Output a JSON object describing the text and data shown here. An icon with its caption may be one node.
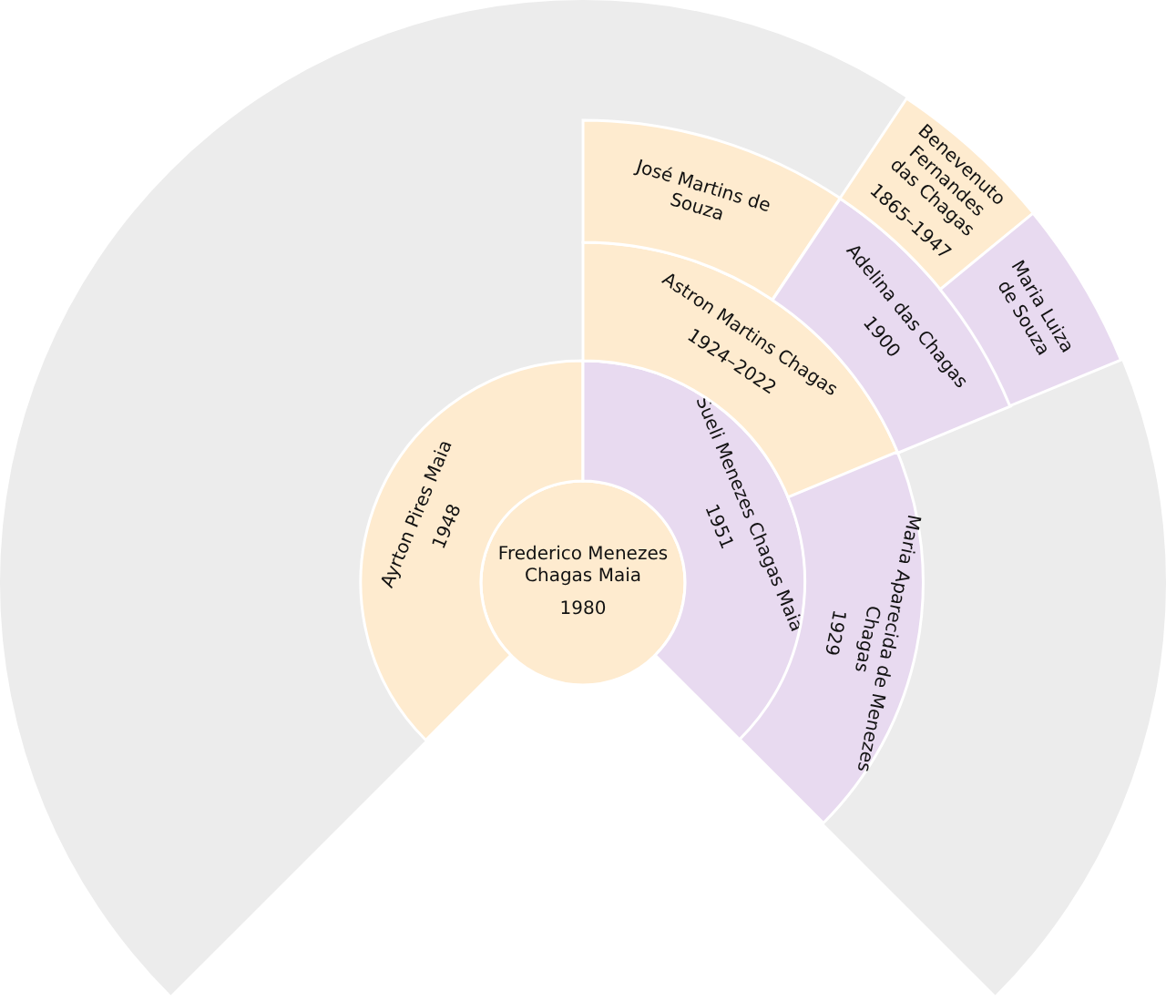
{
  "diagram": {
    "nodes": [
      {
        "text": [
          "Frederico Menezes Chagas Maia",
          "1980"
        ]
      },
      {
        "text": [
          "Ayrton Pires Maia",
          "1948"
        ]
      },
      {
        "text": [
          "Sueli Menezes Chagas Maia",
          "1951"
        ]
      },
      {
        "text": [
          "Astron Martins Chagas",
          "1924–2022"
        ]
      },
      {
        "text": [
          "Maria Aparecida de Menezes Chagas",
          "1929"
        ]
      },
      {
        "text": [
          "José Martins de Souza"
        ]
      },
      {
        "text": [
          "Adelina das Chagas",
          "1900"
        ]
      },
      {
        "text": [
          "Benevenuto Fernandes das Chagas",
          "1865–1947"
        ]
      },
      {
        "text": [
          "Maria Luiza de Souza"
        ]
      }
    ]
  }
}
